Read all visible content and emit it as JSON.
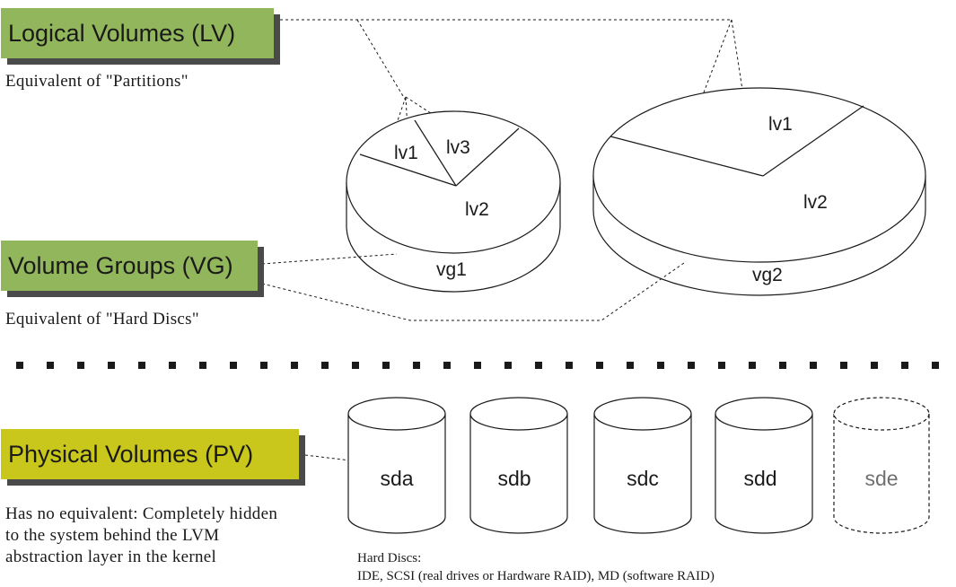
{
  "logical_volumes": {
    "title": "Logical Volumes (LV)",
    "caption": "Equivalent of \"Partitions\"",
    "color": "#92b65b"
  },
  "volume_groups": {
    "title": "Volume Groups (VG)",
    "caption": "Equivalent of \"Hard Discs\"",
    "color": "#92b65b",
    "groups": [
      {
        "name": "vg1",
        "volumes": [
          "lv1",
          "lv2",
          "lv3"
        ]
      },
      {
        "name": "vg2",
        "volumes": [
          "lv1",
          "lv2"
        ]
      }
    ]
  },
  "physical_volumes": {
    "title": "Physical Volumes (PV)",
    "caption_lines": [
      "Has no equivalent: Completely hidden",
      "to the system behind the LVM",
      "abstraction layer in the kernel"
    ],
    "color": "#c9c71c",
    "discs": [
      {
        "name": "sda",
        "dashed": false
      },
      {
        "name": "sdb",
        "dashed": false
      },
      {
        "name": "sdc",
        "dashed": false
      },
      {
        "name": "sdd",
        "dashed": false
      },
      {
        "name": "sde",
        "dashed": true
      }
    ]
  },
  "hard_discs_caption": {
    "line1": "Hard Discs:",
    "line2": "IDE, SCSI (real drives or Hardware RAID), MD (software RAID)"
  }
}
